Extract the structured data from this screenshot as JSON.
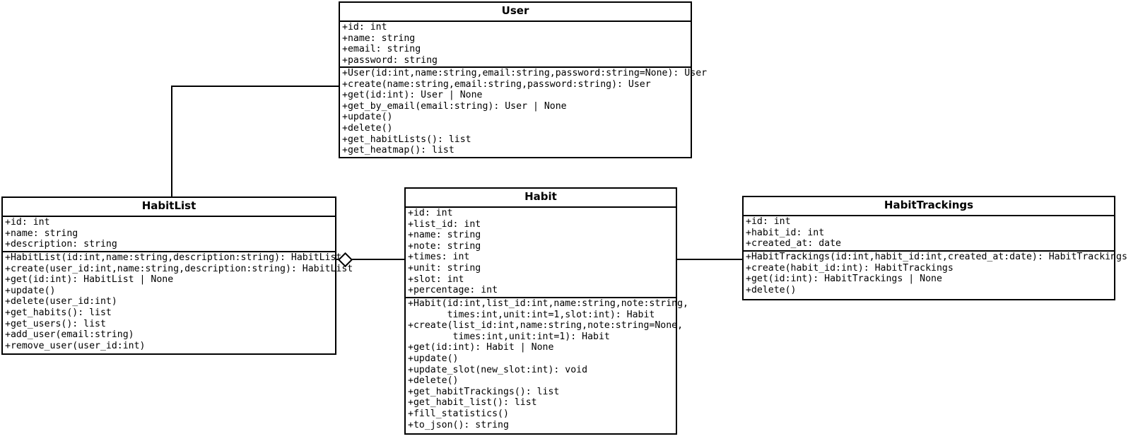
{
  "diagram": {
    "type": "uml-class-diagram",
    "background": "#ffffff",
    "line_color": "#000000",
    "classes": [
      {
        "id": "user",
        "name": "User",
        "attributes": [
          "+id: int",
          "+name: string",
          "+email: string",
          "+password: string"
        ],
        "methods": [
          "+User(id:int,name:string,email:string,password:string=None): User",
          "+create(name:string,email:string,password:string): User",
          "+get(id:int): User | None",
          "+get_by_email(email:string): User | None",
          "+update()",
          "+delete()",
          "+get_habitLists(): list",
          "+get_heatmap(): list"
        ]
      },
      {
        "id": "habitlist",
        "name": "HabitList",
        "attributes": [
          "+id: int",
          "+name: string",
          "+description: string"
        ],
        "methods": [
          "+HabitList(id:int,name:string,description:string): HabitList",
          "+create(user_id:int,name:string,description:string): HabitList",
          "+get(id:int): HabitList | None",
          "+update()",
          "+delete(user_id:int)",
          "+get_habits(): list",
          "+get_users(): list",
          "+add_user(email:string)",
          "+remove_user(user_id:int)"
        ]
      },
      {
        "id": "habit",
        "name": "Habit",
        "attributes": [
          "+id: int",
          "+list_id: int",
          "+name: string",
          "+note: string",
          "+times: int",
          "+unit: string",
          "+slot: int",
          "+percentage: int"
        ],
        "methods": [
          "+Habit(id:int,list_id:int,name:string,note:string,",
          "       times:int,unit:int=1,slot:int): Habit",
          "+create(list_id:int,name:string,note:string=None,",
          "        times:int,unit:int=1): Habit",
          "+get(id:int): Habit | None",
          "+update()",
          "+update_slot(new_slot:int): void",
          "+delete()",
          "+get_habitTrackings(): list",
          "+get_habit_list(): list",
          "+fill_statistics()",
          "+to_json(): string"
        ]
      },
      {
        "id": "habittrackings",
        "name": "HabitTrackings",
        "attributes": [
          "+id: int",
          "+habit_id: int",
          "+created_at: date"
        ],
        "methods": [
          "+HabitTrackings(id:int,habit_id:int,created_at:date): HabitTrackings",
          "+create(habit_id:int): HabitTrackings",
          "+get(id:int): HabitTrackings | None",
          "+delete()"
        ]
      }
    ],
    "relationships": [
      {
        "id": "user-habitlist",
        "from": "User",
        "to": "HabitList",
        "kind": "association"
      },
      {
        "id": "habitlist-habit",
        "from": "HabitList",
        "to": "Habit",
        "kind": "aggregation",
        "marker": "hollow-diamond"
      },
      {
        "id": "habit-habittrackings",
        "from": "Habit",
        "to": "HabitTrackings",
        "kind": "association"
      }
    ]
  }
}
